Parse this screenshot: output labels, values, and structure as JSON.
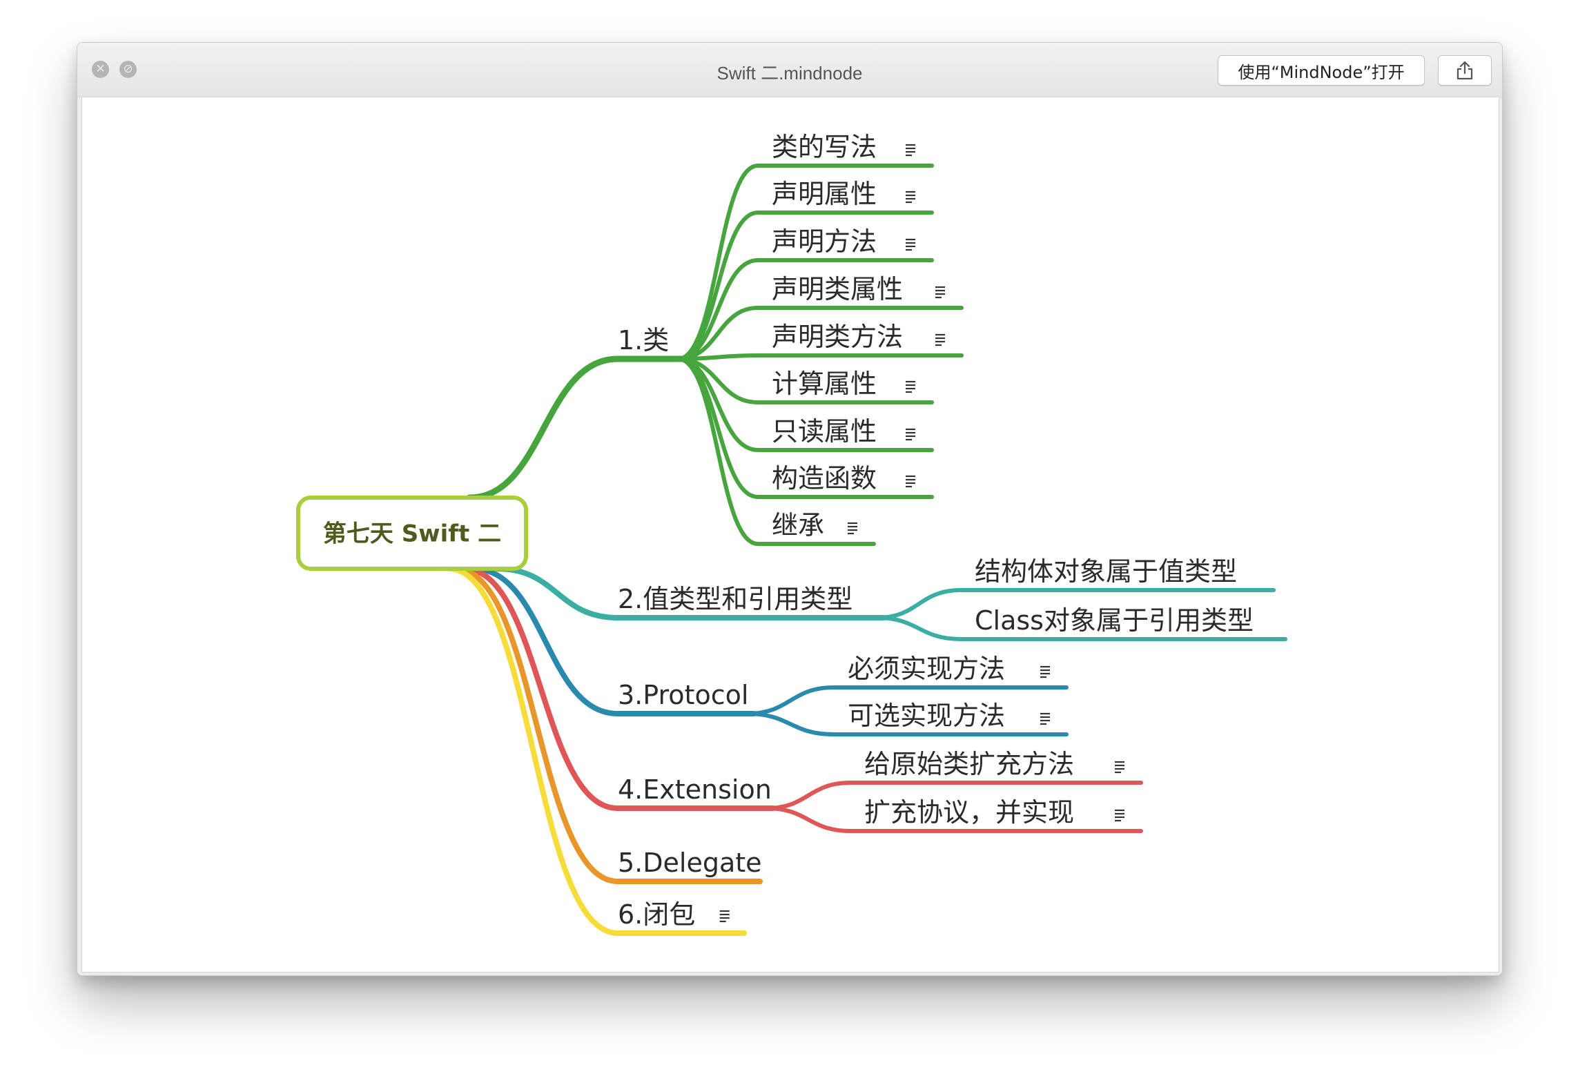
{
  "window": {
    "title": "Swift 二.mindnode",
    "open_button_label": "使用“MindNode”打开",
    "close_icon": "close-icon",
    "fullscreen_icon": "fullscreen-icon",
    "share_icon": "share-icon"
  },
  "mindmap": {
    "root": {
      "label": "第七天 Swift 二",
      "color": "#a9cd3d"
    },
    "branches": [
      {
        "label": "1.类",
        "color": "#47a53d",
        "has_note": false,
        "children": [
          {
            "label": "类的写法",
            "has_note": true
          },
          {
            "label": "声明属性",
            "has_note": true
          },
          {
            "label": "声明方法",
            "has_note": true
          },
          {
            "label": "声明类属性",
            "has_note": true
          },
          {
            "label": "声明类方法",
            "has_note": true
          },
          {
            "label": "计算属性",
            "has_note": true
          },
          {
            "label": "只读属性",
            "has_note": true
          },
          {
            "label": "构造函数",
            "has_note": true
          },
          {
            "label": "继承",
            "has_note": true
          }
        ]
      },
      {
        "label": "2.值类型和引用类型",
        "color": "#3aaea3",
        "has_note": false,
        "children": [
          {
            "label": "结构体对象属于值类型",
            "has_note": false
          },
          {
            "label": "Class对象属于引用类型",
            "has_note": false
          }
        ]
      },
      {
        "label": "3.Protocol",
        "color": "#2a8aad",
        "has_note": false,
        "children": [
          {
            "label": "必须实现方法",
            "has_note": true
          },
          {
            "label": "可选实现方法",
            "has_note": true
          }
        ]
      },
      {
        "label": "4.Extension",
        "color": "#e05555",
        "has_note": false,
        "children": [
          {
            "label": "给原始类扩充方法",
            "has_note": true
          },
          {
            "label": "扩充协议，并实现",
            "has_note": true
          }
        ]
      },
      {
        "label": "5.Delegate",
        "color": "#e8952a",
        "has_note": false,
        "children": []
      },
      {
        "label": "6.闭包",
        "color": "#f5dc3a",
        "has_note": true,
        "children": []
      }
    ],
    "note_icon": "note-icon"
  }
}
